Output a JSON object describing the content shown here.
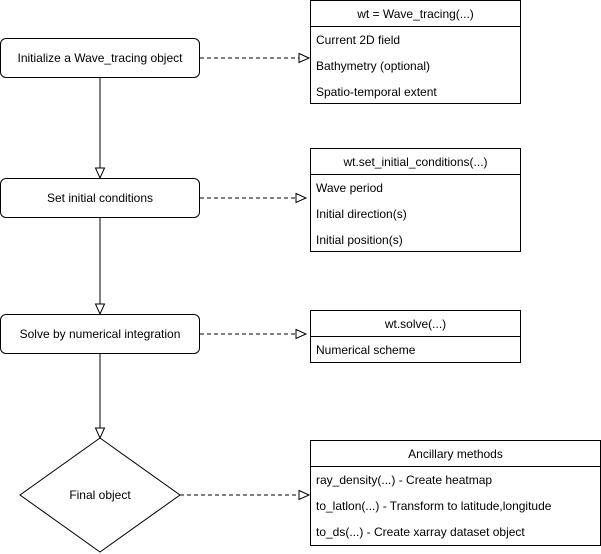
{
  "flow": {
    "init": "Initialize a Wave_tracing object",
    "set_ic": "Set initial conditions",
    "solve": "Solve by numerical integration",
    "final": "Final object"
  },
  "boxes": {
    "wave_tracing": {
      "header": "wt = Wave_tracing(...)",
      "items": [
        "Current 2D field",
        "Bathymetry (optional)",
        "Spatio-temporal extent"
      ]
    },
    "initial_conditions": {
      "header": "wt.set_initial_conditions(...)",
      "items": [
        "Wave period",
        "Initial direction(s)",
        "Initial position(s)"
      ]
    },
    "solve": {
      "header": "wt.solve(...)",
      "items": [
        "Numerical scheme"
      ]
    },
    "ancillary": {
      "header": "Ancillary methods",
      "items": [
        "ray_density(...) - Create heatmap",
        "to_latlon(...) - Transform to latitude,longitude",
        "to_ds(...) - Create xarray dataset object"
      ]
    }
  }
}
